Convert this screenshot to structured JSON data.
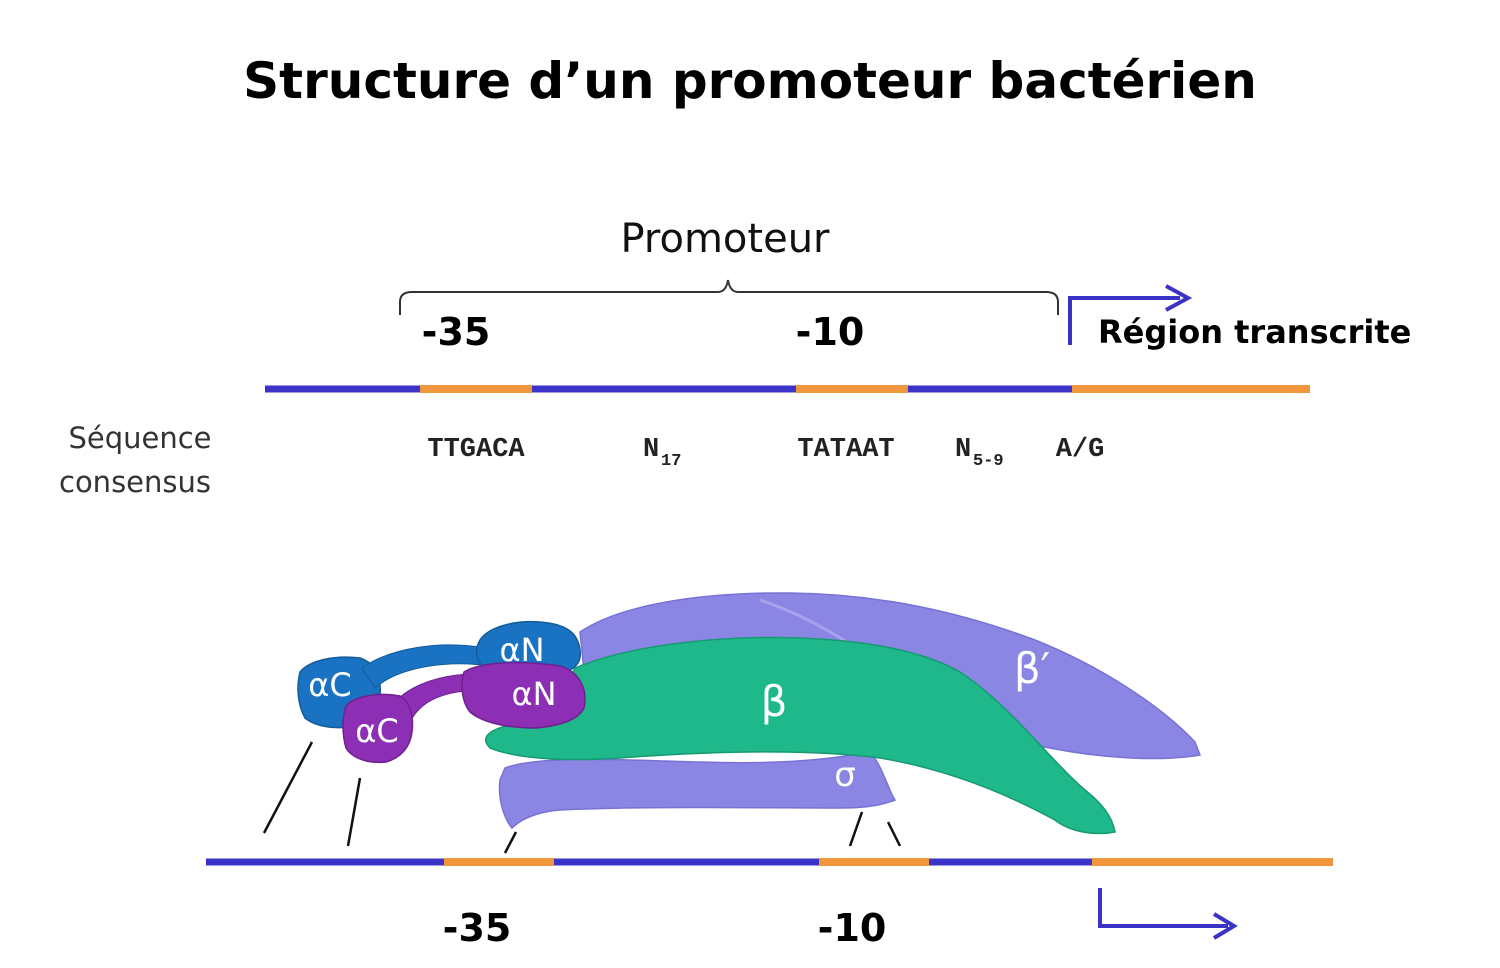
{
  "title": "Structure d’un promoteur bactérien",
  "top": {
    "promoter_label": "Promoteur",
    "minus35": "-35",
    "minus10": "-10",
    "transcribed_region": "Région transcrite"
  },
  "consensus": {
    "label_line1": "Séquence",
    "label_line2": "consensus",
    "seq35": "TTGACA",
    "spacer_base": "N",
    "spacer_sub": "17",
    "seq10": "TATAAT",
    "spacer2_base": "N",
    "spacer2_sub": "5-9",
    "start": "A/G"
  },
  "polymerase": {
    "alphaC_1": "αC",
    "alphaN_1": "αN",
    "alphaC_2": "αC",
    "alphaN_2": "αN",
    "beta": "β",
    "beta_prime": "β′",
    "sigma": "σ"
  },
  "bottom": {
    "minus35": "-35",
    "minus10": "-10"
  },
  "colors": {
    "dna_line": "#3b33c8",
    "box": "#f0963c",
    "beta_prime": "#8b86e3",
    "beta": "#1fb88a",
    "sigma": "#8b86e3",
    "alpha_blue": "#1a73c2",
    "alpha_purple": "#8d2fb5"
  }
}
